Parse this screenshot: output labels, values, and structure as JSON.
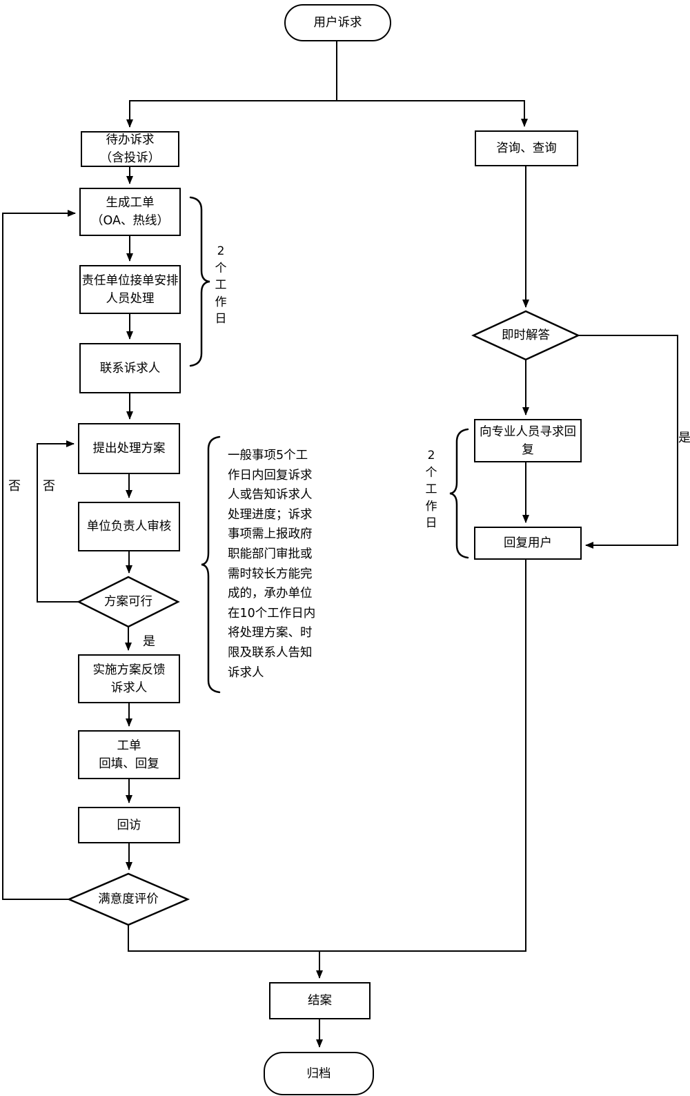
{
  "flow": {
    "start": "用户诉求",
    "pending": "待办诉求\n（含投诉）",
    "generate": "生成工单\n（OA、热线）",
    "assign": "责任单位接单安排\n人员处理",
    "contact": "联系诉求人",
    "propose": "提出处理方案",
    "review": "单位负责人审核",
    "feasible": "方案可行",
    "implement": "实施方案反馈\n诉求人",
    "workorder": "工单\n回填、回复",
    "revisit": "回访",
    "satisfaction": "满意度评价",
    "consult": "咨询、查询",
    "instant": "即时解答",
    "seek": "向专业人员寻求回复",
    "reply": "回复用户",
    "close": "结案",
    "archive": "归档"
  },
  "labels": {
    "no_outer": "否",
    "no_inner": "否",
    "yes_main": "是",
    "yes_instant": "是",
    "days_left": "2\n个\n工\n作\n日",
    "days_right": "2\n个\n工\n作\n日",
    "annotation": "一般事项5个工\n作日内回复诉求\n人或告知诉求人\n处理进度；诉求\n事项需上报政府\n职能部门审批或\n需时较长方能完\n成的，承办单位\n在10个工作日内\n将处理方案、时\n限及联系人告知\n诉求人"
  },
  "colors": {
    "line": "#000000",
    "background": "#ffffff",
    "text": "#000000"
  }
}
